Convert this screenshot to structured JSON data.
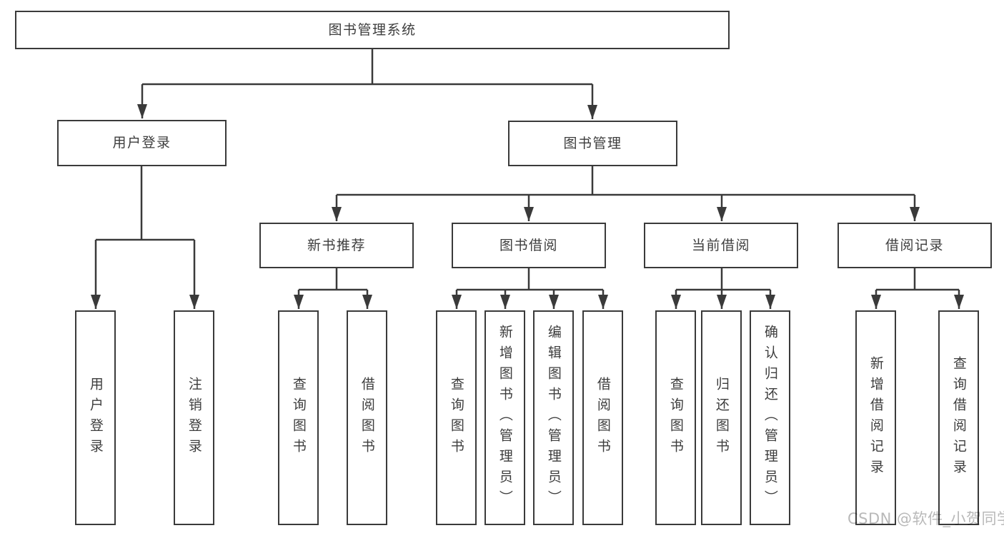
{
  "tree": {
    "label": "图书管理系统",
    "children": [
      {
        "label": "用户登录",
        "children": [
          {
            "label": "用户登录"
          },
          {
            "label": "注销登录"
          }
        ]
      },
      {
        "label": "图书管理",
        "children": [
          {
            "label": "新书推荐",
            "children": [
              {
                "label": "查询图书"
              },
              {
                "label": "借阅图书"
              }
            ]
          },
          {
            "label": "图书借阅",
            "children": [
              {
                "label": "查询图书"
              },
              {
                "label": "新增图书（管理员）"
              },
              {
                "label": "编辑图书（管理员）"
              },
              {
                "label": "借阅图书"
              }
            ]
          },
          {
            "label": "当前借阅",
            "children": [
              {
                "label": "查询图书"
              },
              {
                "label": "归还图书"
              },
              {
                "label": "确认归还（管理员）"
              }
            ]
          },
          {
            "label": "借阅记录",
            "children": [
              {
                "label": "新增借阅记录"
              },
              {
                "label": "查询借阅记录"
              }
            ]
          }
        ]
      }
    ]
  },
  "watermark": {
    "text": "CSDN @软件_小贺同学"
  },
  "colors": {
    "line": "#3a3a3a",
    "box_border": "#3a3a3a",
    "text": "#3d3d3d",
    "watermark": "#b9b9b9",
    "background": "#ffffff"
  }
}
